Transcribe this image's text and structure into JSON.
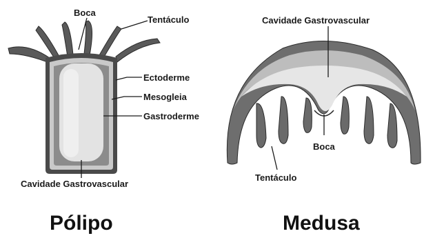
{
  "polyp": {
    "title": "Pólipo",
    "labels": {
      "mouth": "Boca",
      "tentacle": "Tentáculo",
      "ectoderm": "Ectoderme",
      "mesoglea": "Mesogleia",
      "gastroderm": "Gastroderme",
      "cavity": "Cavidade Gastrovascular"
    }
  },
  "medusa": {
    "title": "Medusa",
    "labels": {
      "cavity": "Cavidade Gastrovascular",
      "mouth": "Boca",
      "tentacle": "Tentáculo"
    }
  },
  "colors": {
    "outer": "#4a4a4a",
    "mesoglea": "#c9c9c9",
    "gastroderm": "#8c8c8c",
    "cavity": "#e6e6e6",
    "bell": "#6e6e6e"
  }
}
